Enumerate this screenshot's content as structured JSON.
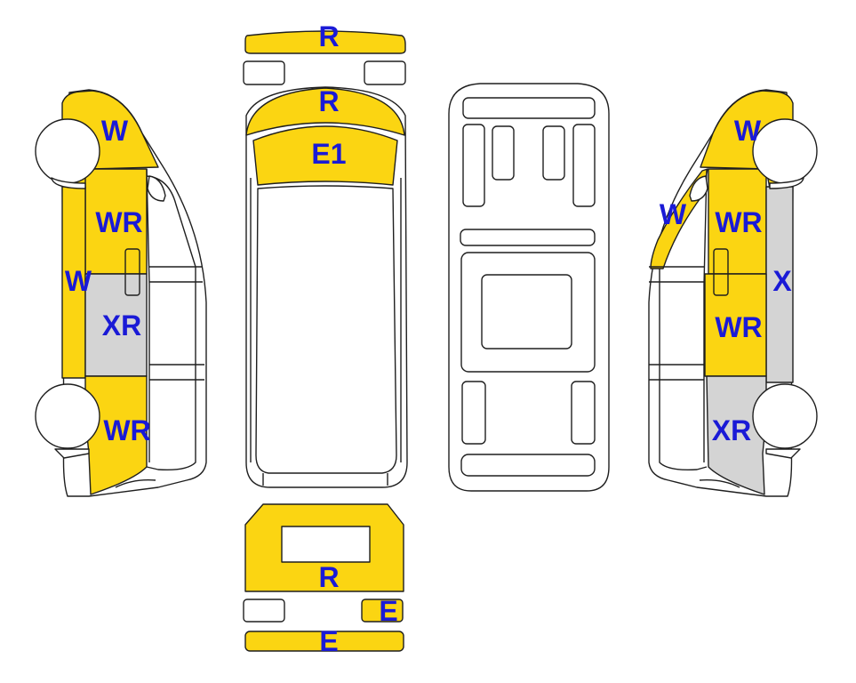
{
  "colors": {
    "yellow": "#fbd512",
    "grey": "#d4d4d4",
    "label": "#1a1ad6",
    "outline": "#1f1f1f"
  },
  "labels": {
    "front_bumper_top": "R",
    "hood": "R",
    "windshield": "E1",
    "rear_door": "R",
    "rear_light_right": "E",
    "rear_bumper": "E",
    "left_front_wing": "W",
    "left_front_door": "WR",
    "left_sill": "W",
    "left_sliding_door": "XR",
    "left_rear_quarter": "WR",
    "right_front_wing": "W",
    "right_a_pillar": "W",
    "right_front_door": "WR",
    "right_rocker": "X",
    "right_sliding_door": "WR",
    "right_rear_quarter": "XR"
  }
}
